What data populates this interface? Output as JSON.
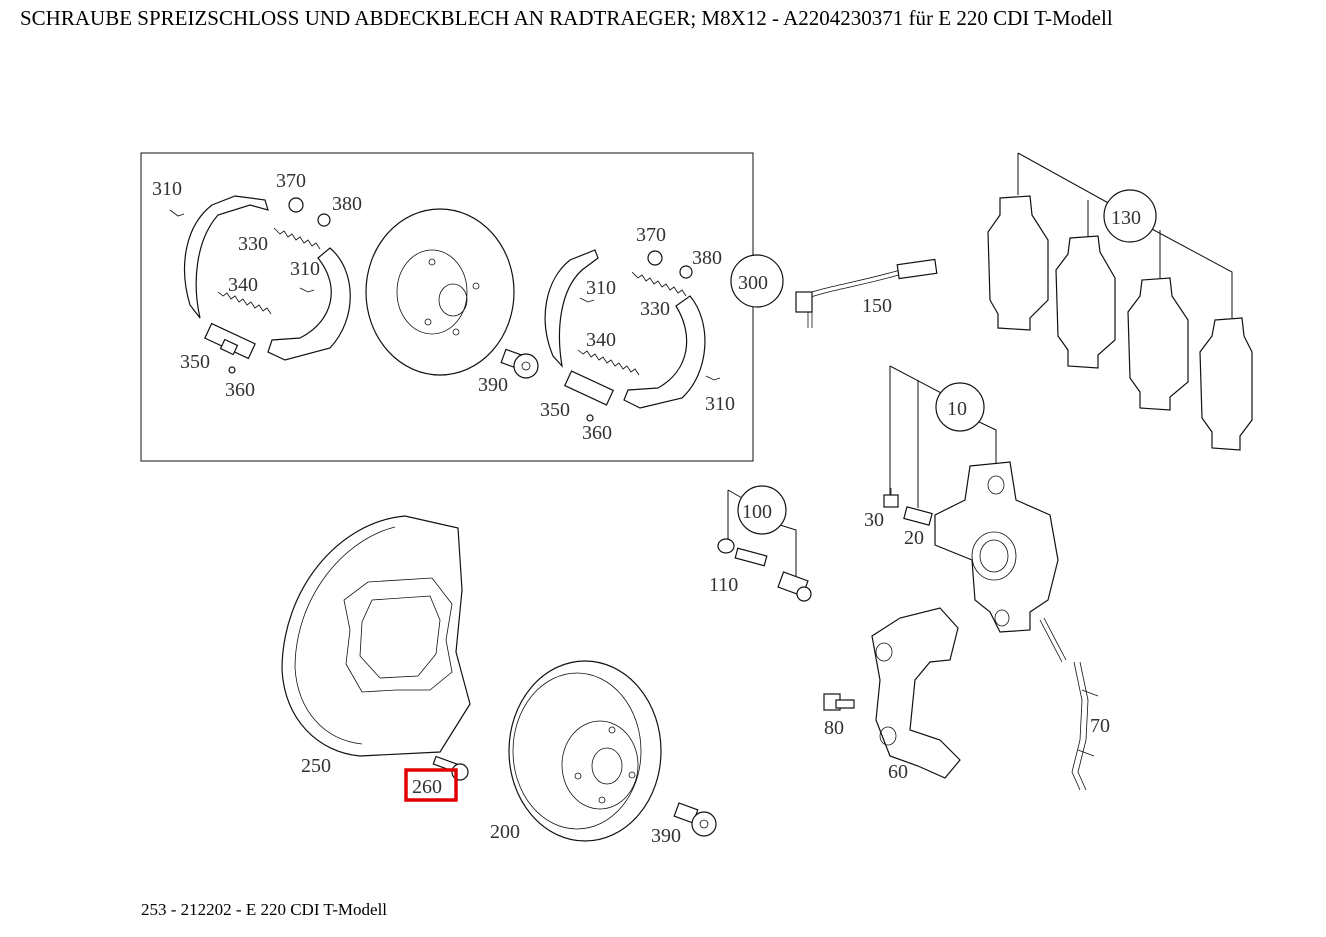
{
  "title": "SCHRAUBE SPREIZSCHLOSS UND ABDECKBLECH AN RADTRAEGER; M8X12 - A2204230371 für E 220 CDI T-Modell",
  "footer": "253 - 212202 - E 220 CDI T-Modell",
  "highlight": {
    "label": "260",
    "color": "#e00000"
  },
  "callouts": {
    "c300": "300",
    "c130": "130",
    "c10": "10",
    "c100": "100"
  },
  "labels": {
    "l310a": "310",
    "l370a": "370",
    "l380a": "380",
    "l330a": "330",
    "l310b": "310",
    "l340a": "340",
    "l350a": "350",
    "l360a": "360",
    "l370b": "370",
    "l380b": "380",
    "l310c": "310",
    "l330b": "330",
    "l340b": "340",
    "l390a": "390",
    "l350b": "350",
    "l360b": "360",
    "l310d": "310",
    "l150": "150",
    "l30": "30",
    "l20": "20",
    "l110": "110",
    "l250": "250",
    "l200": "200",
    "l390b": "390",
    "l80": "80",
    "l60": "60",
    "l70": "70"
  }
}
